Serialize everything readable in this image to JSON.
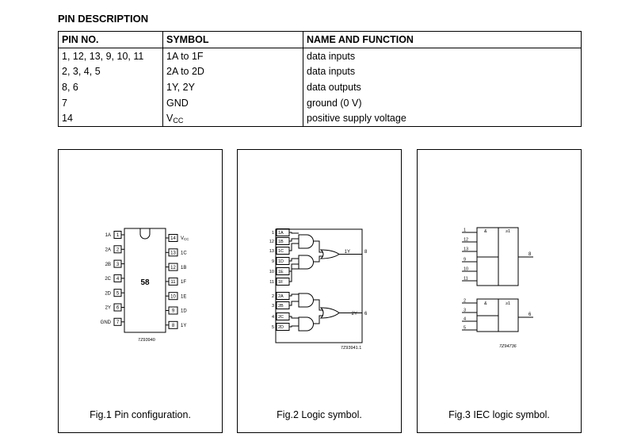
{
  "heading": "PIN DESCRIPTION",
  "table": {
    "headers": [
      "PIN NO.",
      "SYMBOL",
      "NAME AND FUNCTION"
    ],
    "rows": [
      {
        "pins": "1, 12, 13, 9, 10, 11",
        "symbol": "1A to 1F",
        "function": "data inputs"
      },
      {
        "pins": "2, 3, 4, 5",
        "symbol": "2A to 2D",
        "function": "data inputs"
      },
      {
        "pins": "8, 6",
        "symbol": "1Y, 2Y",
        "function": "data outputs"
      },
      {
        "pins": "7",
        "symbol": "GND",
        "function": "ground (0 V)"
      },
      {
        "pins": "14",
        "symbol_main": "V",
        "symbol_sub": "CC",
        "function": "positive supply voltage"
      }
    ]
  },
  "fig1": {
    "caption": "Fig.1  Pin configuration.",
    "chip_label": "58",
    "code": "7Z93940",
    "left_pins": [
      {
        "name": "1A",
        "num": "1"
      },
      {
        "name": "2A",
        "num": "2"
      },
      {
        "name": "2B",
        "num": "3"
      },
      {
        "name": "2C",
        "num": "4"
      },
      {
        "name": "2D",
        "num": "5"
      },
      {
        "name": "2Y",
        "num": "6"
      },
      {
        "name": "GND",
        "num": "7"
      }
    ],
    "right_pins": [
      {
        "num": "14",
        "name": "VCC"
      },
      {
        "num": "13",
        "name": "1C"
      },
      {
        "num": "12",
        "name": "1B"
      },
      {
        "num": "11",
        "name": "1F"
      },
      {
        "num": "10",
        "name": "1E"
      },
      {
        "num": "9",
        "name": "1D"
      },
      {
        "num": "8",
        "name": "1Y"
      }
    ]
  },
  "fig2": {
    "caption": "Fig.2  Logic symbol.",
    "code": "7Z93941.1",
    "inputs_top": [
      {
        "num": "1",
        "name": "1A"
      },
      {
        "num": "12",
        "name": "1B"
      },
      {
        "num": "13",
        "name": "1C"
      },
      {
        "num": "9",
        "name": "1D"
      },
      {
        "num": "10",
        "name": "1E"
      },
      {
        "num": "11",
        "name": "1F"
      }
    ],
    "inputs_bottom": [
      {
        "num": "2",
        "name": "2A"
      },
      {
        "num": "3",
        "name": "2B"
      },
      {
        "num": "4",
        "name": "2C"
      },
      {
        "num": "5",
        "name": "2D"
      }
    ],
    "out1": {
      "name": "1Y",
      "num": "8"
    },
    "out2": {
      "name": "2Y",
      "num": "6"
    }
  },
  "fig3": {
    "caption": "Fig.3  IEC logic symbol.",
    "code": "7Z94736",
    "and_symbol": "&",
    "or_symbol": "≥1",
    "top_inputs": [
      "1",
      "12",
      "13",
      "9",
      "10",
      "11"
    ],
    "top_output": "8",
    "bottom_inputs": [
      "2",
      "3",
      "4",
      "5"
    ],
    "bottom_output": "6"
  }
}
